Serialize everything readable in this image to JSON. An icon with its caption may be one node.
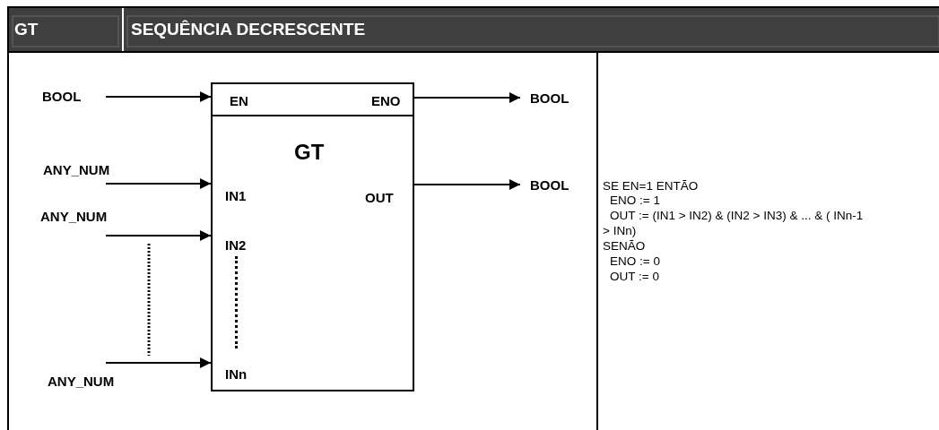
{
  "diagram": {
    "nodes": [
      {
        "text": [
          "BOOL"
        ]
      },
      {
        "text": [
          "EN",
          "ENO",
          "GT",
          "IN1",
          "OUT",
          "IN2",
          "INn"
        ]
      },
      {
        "text": [
          "BOOL"
        ]
      },
      {
        "text": [
          "ANY_NUM"
        ]
      },
      {
        "text": [
          "BOOL"
        ]
      },
      {
        "text": [
          "ANY_NUM"
        ]
      },
      {
        "text": [
          "ANY_NUM"
        ]
      }
    ],
    "edges": [
      {
        "from": 0,
        "to": 1,
        "arrow": "to"
      },
      {
        "from": 1,
        "to": 2,
        "arrow": "to"
      },
      {
        "from": 3,
        "to": 1,
        "arrow": "to"
      },
      {
        "from": 1,
        "to": 4,
        "arrow": "to"
      },
      {
        "from": 5,
        "to": 1,
        "arrow": "to"
      },
      {
        "from": 6,
        "to": 1,
        "arrow": "to"
      }
    ],
    "labels": [
      "GT",
      "SEQUÊNCIA DECRESCENTE",
      "SE EN=1 ENTÃO",
      "ENO := 1",
      "OUT := (IN1 > IN2) & (IN2 > IN3) & ... & ( INn-1 > INn)",
      "SENÃO",
      "ENO := 0",
      "OUT := 0"
    ]
  }
}
